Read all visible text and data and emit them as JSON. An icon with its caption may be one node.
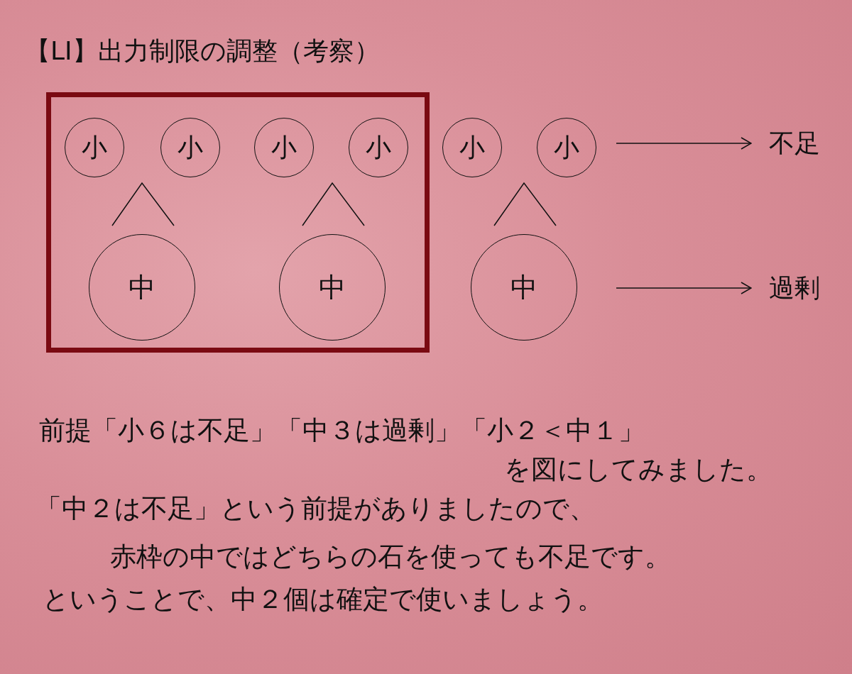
{
  "diagram": {
    "title": "【LI】出力制限の調整（考察）",
    "nodes": [
      {
        "text": [],
        "shape": "box"
      },
      {
        "text": [
          "小"
        ],
        "in": 0
      },
      {
        "text": [
          "小"
        ],
        "in": 0
      },
      {
        "text": [
          "小"
        ],
        "in": 0
      },
      {
        "text": [
          "小"
        ],
        "in": 0
      },
      {
        "text": [
          "小"
        ]
      },
      {
        "text": [
          "小"
        ]
      },
      {
        "text": [
          "不足"
        ]
      },
      {
        "text": [
          "中"
        ],
        "in": 0
      },
      {
        "text": [
          "中"
        ],
        "in": 0
      },
      {
        "text": [
          "中"
        ]
      },
      {
        "text": [
          "過剰"
        ]
      }
    ],
    "edges": [
      {
        "from": null,
        "to": 7,
        "arrow": "to"
      },
      {
        "from": null,
        "to": 11,
        "arrow": "to"
      }
    ],
    "labels": [
      "前提「小６は不足」「中３は過剰」「小２＜中１」",
      "を図にしてみました。",
      "「中２は不足」という前提がありましたので、",
      "赤枠の中ではどちらの石を使っても不足です。",
      "ということで、中２個は確定で使いましょう。"
    ]
  }
}
